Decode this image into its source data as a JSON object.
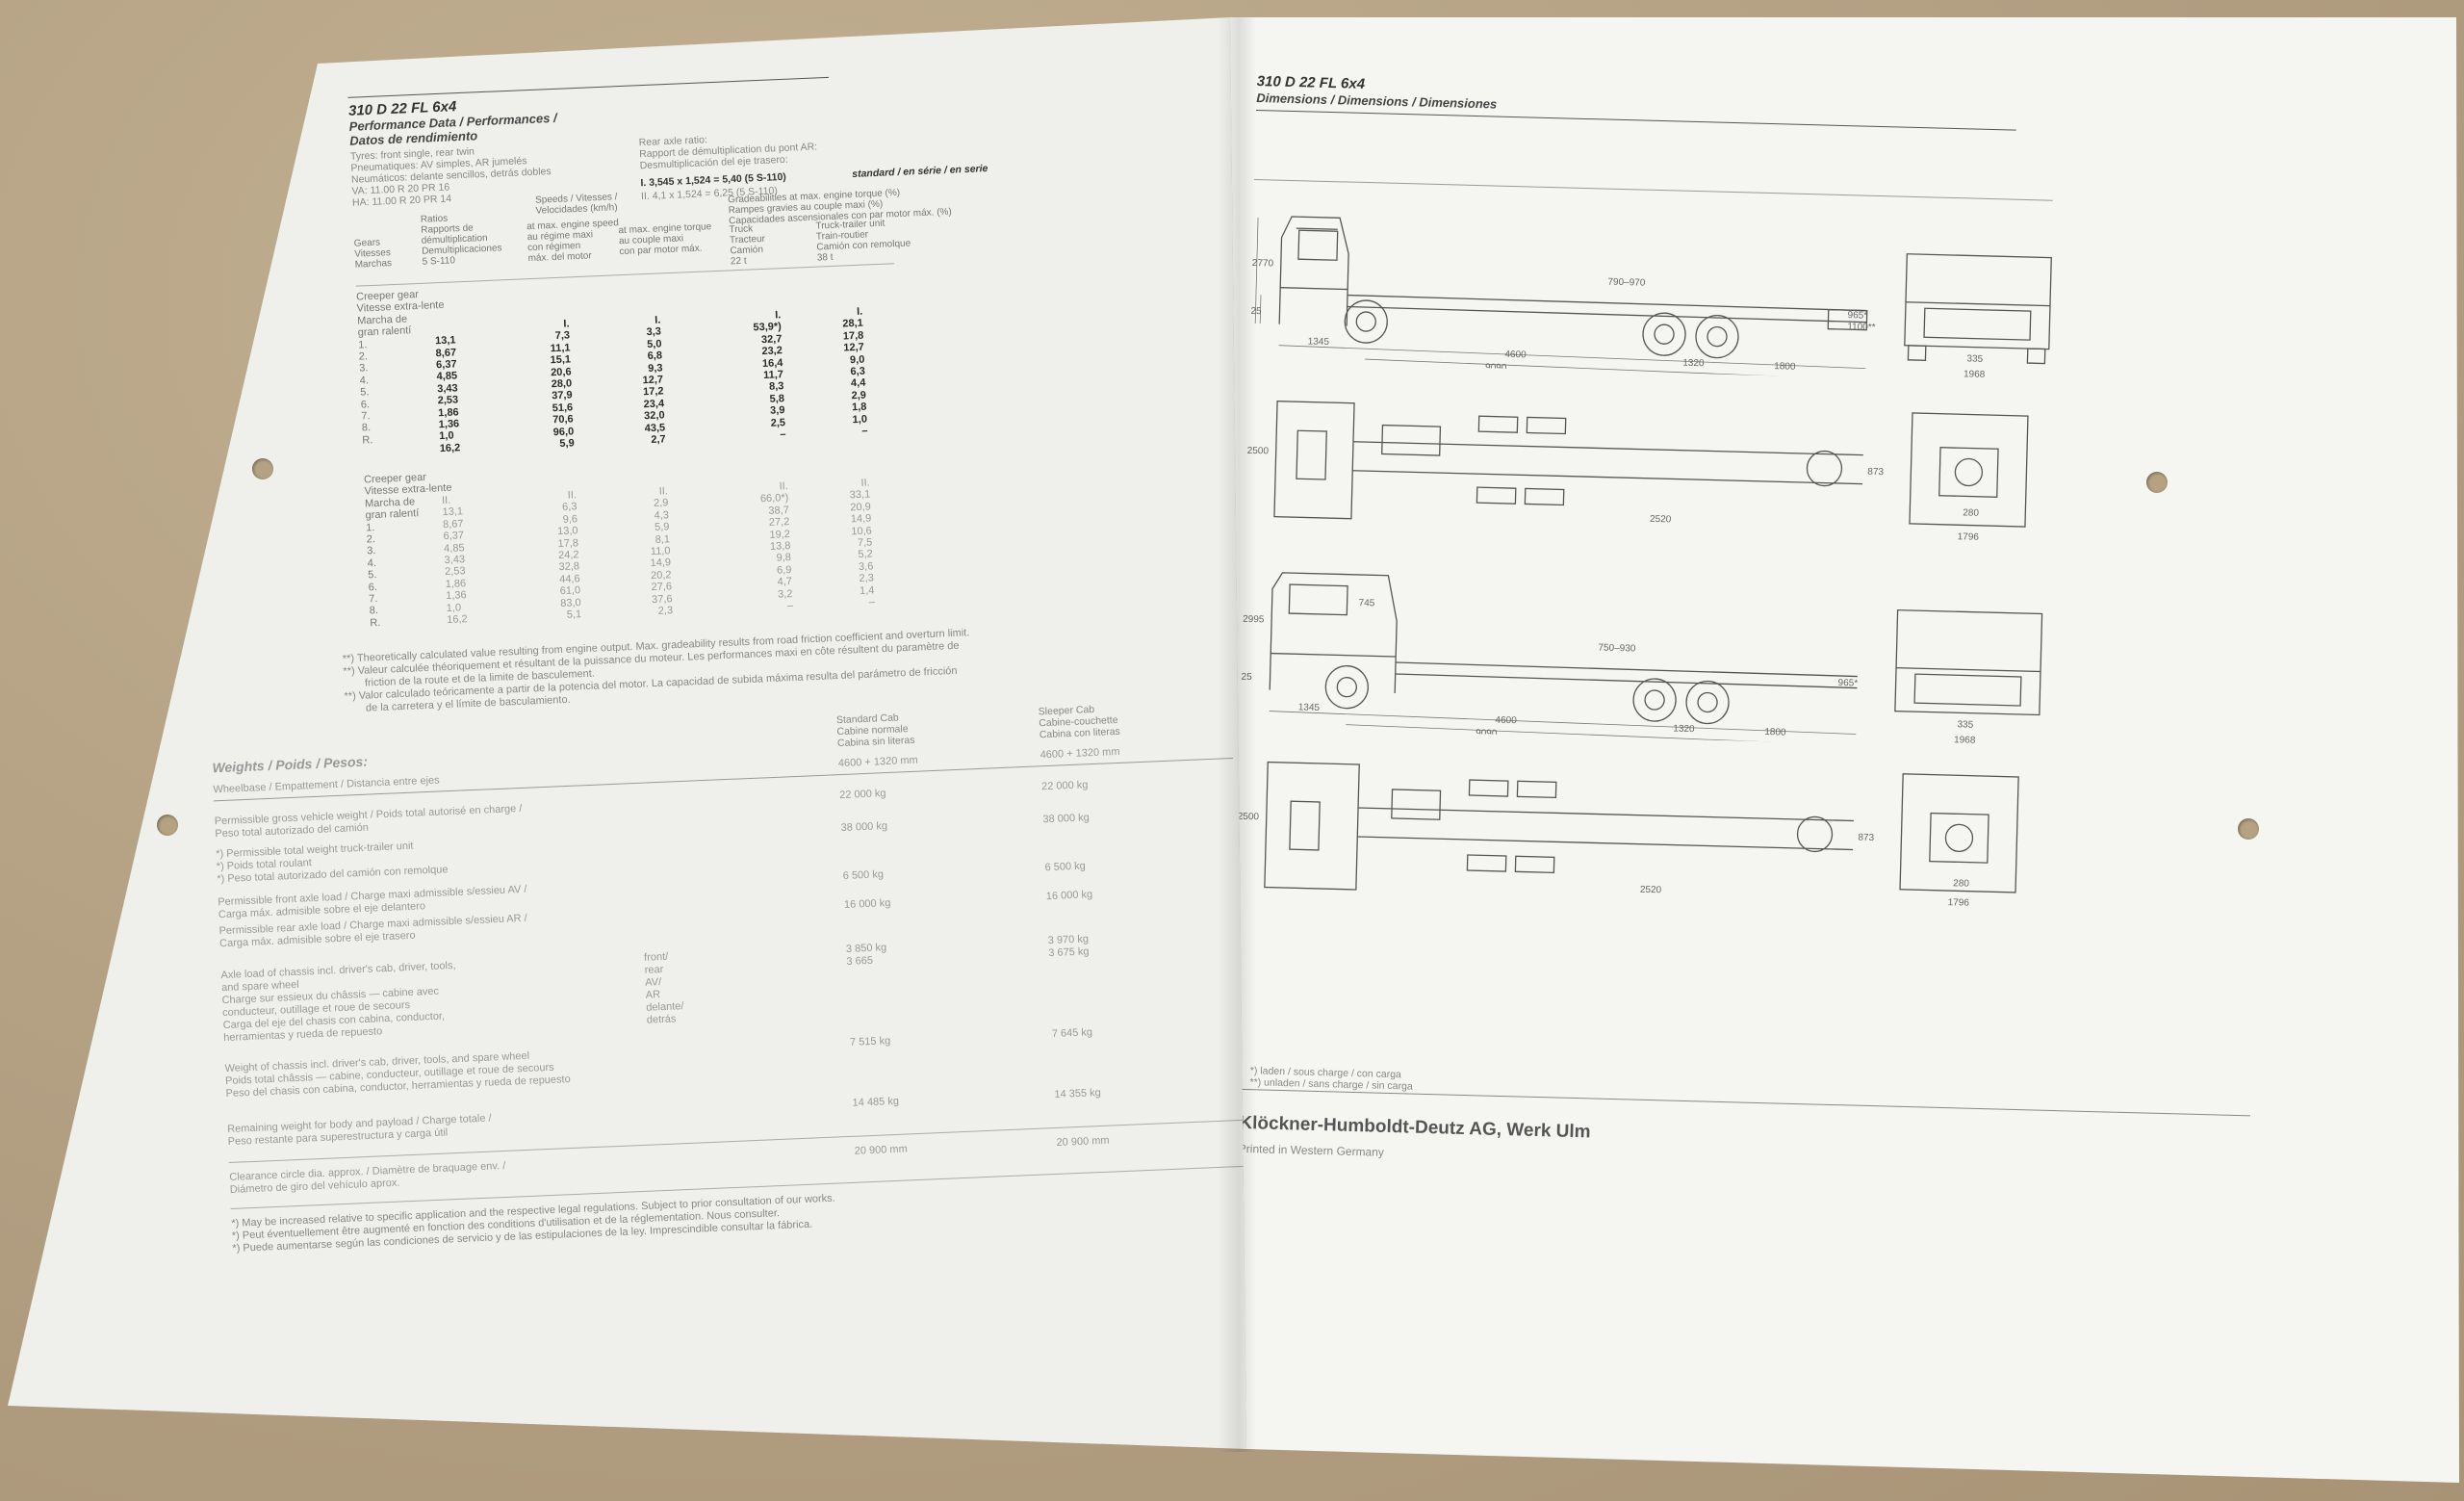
{
  "left": {
    "model": "310 D 22 FL 6x4",
    "perf_title_1": "Performance Data / Performances /",
    "perf_title_2": "Datos de rendimiento",
    "tyres": [
      "Tyres: front single, rear twin",
      "Pneumatiques: AV simples, AR jumelés",
      "Neumáticos: delante sencillos, detrás dobles",
      "VA: 11.00 R 20 PR 16",
      "HA: 11.00 R 20 PR 14"
    ],
    "rear_axle": [
      "Rear axle ratio:",
      "Rapport de démultiplication du pont AR:",
      "Desmultiplicación del eje trasero:"
    ],
    "ratio_line1": "I. 3,545 x 1,524 = 5,40 (5 S-110)",
    "ratio_line1_std": "standard / en série / en serie",
    "ratio_line2": "II. 4,1   x 1,524 = 6,25 (5 S-110)",
    "head_gears": [
      "Gears",
      "Vitesses",
      "Marchas"
    ],
    "head_ratios": [
      "Ratios",
      "Rapports de",
      "démultiplication",
      "Demultiplicaciones",
      "5 S-110"
    ],
    "head_speeds": [
      "Speeds / Vitesses /",
      "Velocidades (km/h)"
    ],
    "head_rated": [
      "at max. engine speed",
      "au régime maxi",
      "con régimen",
      "máx. del motor"
    ],
    "head_torque": [
      "at max. engine torque",
      "au couple maxi",
      "con par motor máx."
    ],
    "head_grade": [
      "Gradeabilities at max. engine torque (%)",
      "Rampes gravies au couple maxi (%)",
      "Capacidades ascensionales con par motor máx. (%)"
    ],
    "head_truck": [
      "Truck",
      "Tracteur",
      "Camión",
      "22 t"
    ],
    "head_trailer": [
      "Truck-trailer unit",
      "Train-routier",
      "Camión con remolque",
      "38 t"
    ],
    "t1_gears": [
      "Creeper gear",
      "Vitesse extra-lente",
      "Marcha de",
      "gran ralentí",
      "1.",
      "2.",
      "3.",
      "4.",
      "5.",
      "6.",
      "7.",
      "8.",
      "R."
    ],
    "t1_ratios": [
      "",
      "",
      "",
      "",
      "13,1",
      "8,67",
      "6,37",
      "4,85",
      "3,43",
      "2,53",
      "1,86",
      "1,36",
      "1,0",
      "16,2"
    ],
    "t1_rated": [
      "I.",
      "7,3",
      "11,1",
      "15,1",
      "20,6",
      "28,0",
      "37,9",
      "51,6",
      "70,6",
      "96,0",
      "5,9"
    ],
    "t1_torque": [
      "I.",
      "3,3",
      "5,0",
      "6,8",
      "9,3",
      "12,7",
      "17,2",
      "23,4",
      "32,0",
      "43,5",
      "2,7"
    ],
    "t1_truck": [
      "I.",
      "53,9*)",
      "32,7",
      "23,2",
      "16,4",
      "11,7",
      "8,3",
      "5,8",
      "3,9",
      "2,5",
      "–"
    ],
    "t1_trailer": [
      "I.",
      "28,1",
      "17,8",
      "12,7",
      "9,0",
      "6,3",
      "4,4",
      "2,9",
      "1,8",
      "1,0",
      "–"
    ],
    "t2_gears": [
      "Creeper gear",
      "Vitesse extra-lente",
      "Marcha de",
      "gran ralentí",
      "1.",
      "2.",
      "3.",
      "4.",
      "5.",
      "6.",
      "7.",
      "8.",
      "R."
    ],
    "t2_ratios": [
      "II.",
      "13,1",
      "8,67",
      "6,37",
      "4,85",
      "3,43",
      "2,53",
      "1,86",
      "1,36",
      "1,0",
      "16,2"
    ],
    "t2_rated": [
      "II.",
      "6,3",
      "9,6",
      "13,0",
      "17,8",
      "24,2",
      "32,8",
      "44,6",
      "61,0",
      "83,0",
      "5,1"
    ],
    "t2_torque": [
      "II.",
      "2,9",
      "4,3",
      "5,9",
      "8,1",
      "11,0",
      "14,9",
      "20,2",
      "27,6",
      "37,6",
      "2,3"
    ],
    "t2_truck": [
      "II.",
      "66,0*)",
      "38,7",
      "27,2",
      "19,2",
      "13,8",
      "9,8",
      "6,9",
      "4,7",
      "3,2",
      "–"
    ],
    "t2_trailer": [
      "II.",
      "33,1",
      "20,9",
      "14,9",
      "10,6",
      "7,5",
      "5,2",
      "3,6",
      "2,3",
      "1,4",
      "–"
    ],
    "footnotes": [
      "**) Theoretically calculated value resulting from engine output. Max. gradeability results from road friction coefficient and overturn limit.",
      "**) Valeur calculée théoriquement et résultant de la puissance du moteur. Les performances maxi en côte résultent du paramètre de",
      "friction de la route et de la limite de basculement.",
      "**) Valor calculado teóricamente a partir de la potencia del motor. La capacidad de subida máxima resulta del parámetro de fricción",
      "de la carretera y el límite de basculamiento."
    ],
    "weights_title": "Weights / Poids / Pesos:",
    "std_cab": [
      "Standard Cab",
      "Cabine normale",
      "Cabina sin literas"
    ],
    "sleeper_cab": [
      "Sleeper Cab",
      "Cabine-couchette",
      "Cabina con literas"
    ],
    "wheelbase_label": "Wheelbase / Empattement / Distancia entre ejes",
    "wheelbase_std": "4600 + 1320 mm",
    "wheelbase_slp": "4600 + 1320 mm",
    "gvw_label": [
      "Permissible gross vehicle weight / Poids total autorisé en charge /",
      "Peso total autorizado del camión"
    ],
    "gvw_std": "22 000 kg",
    "gvw_slp": "22 000 kg",
    "gcw_label": [
      "*) Permissible total weight truck-trailer unit",
      "*) Poids total roulant",
      "*) Peso total autorizado del camión con remolque"
    ],
    "gcw_std": "38 000 kg",
    "gcw_slp": "38 000 kg",
    "front_axle_label": [
      "Permissible front axle load / Charge maxi admissible s/essieu AV /",
      "Carga máx. admisible sobre el eje delantero"
    ],
    "front_axle_std": "6 500 kg",
    "front_axle_slp": "6 500 kg",
    "rear_axle_label": [
      "Permissible rear axle load / Charge maxi admissible s/essieu AR /",
      "Carga máx. admisible sobre el eje trasero"
    ],
    "rear_axle_std": "16 000 kg",
    "rear_axle_slp": "16 000 kg",
    "axle_wt_label": [
      "Axle load of chassis incl. driver's cab, driver, tools,",
      "and spare wheel",
      "Charge sur essieux du châssis — cabine avec",
      "conducteur, outillage et roue de secours",
      "Carga del eje del chasis con cabina, conductor,",
      "herramientas y rueda de repuesto"
    ],
    "axle_wt_mid": [
      "front/",
      "rear",
      "AV/",
      "AR",
      "delante/",
      "detrás"
    ],
    "axle_wt_std": [
      "3 850 kg",
      "3 665"
    ],
    "axle_wt_slp": [
      "3 970 kg",
      "3 675 kg"
    ],
    "chassis_wt_label": [
      "Weight of chassis incl. driver's cab, driver, tools, and spare wheel",
      "Poids total châssis — cabine, conducteur, outillage et roue de secours",
      "Peso del chasis con cabina, conductor, herramientas y rueda de repuesto"
    ],
    "chassis_wt_std": "7 515 kg",
    "chassis_wt_slp": "7 645 kg",
    "payload_label": [
      "Remaining weight for body and payload / Charge totale /",
      "Peso restante para superestructura y carga útil"
    ],
    "payload_std": "14 485 kg",
    "payload_slp": "14 355 kg",
    "turning_label": [
      "Clearance circle dia. approx. / Diamètre de braquage env. /",
      "Diámetro de giro del vehículo aprox."
    ],
    "turning_std": "20 900 mm",
    "turning_slp": "20 900 mm",
    "bottom_notes": [
      "*) May be increased relative to specific application and the respective legal regulations. Subject to prior consultation of our works.",
      "*) Peut éventuellement être augmenté en fonction des conditions d'utilisation et de la réglementation. Nous consulter.",
      "*) Puede aumentarse según las condiciones de servicio y de las estipulaciones de la ley. Imprescindible consultar la fábrica."
    ]
  },
  "right": {
    "model": "310 D 22 FL 6x4",
    "dimensions_title": "Dimensions / Dimensions / Dimensiones",
    "dims": {
      "height_std": "2770",
      "height_slp": "2995",
      "frame_h": "25",
      "overhang_front": "1345",
      "wheelbase1": "4600",
      "wheelbase2": "1320",
      "rear_overhang": "1800",
      "overall": "9090",
      "fifth_range": "790–970",
      "fifth_range_slp": "750–930",
      "frame_height": "965*",
      "frame_height2": "1100**",
      "width_rear": "1968",
      "track_front": "335",
      "cab_width": "2500",
      "frame_w": "873",
      "rear_len": "2520",
      "axle_w": "1796",
      "spring": "280",
      "sleeper_dim": "745"
    },
    "legend": [
      "*) laden / sous charge / con carga",
      "**) unladen / sans charge / sin carga"
    ],
    "company": "Klöckner-Humboldt-Deutz AG, Werk Ulm",
    "printed": "Printed in Western Germany"
  }
}
